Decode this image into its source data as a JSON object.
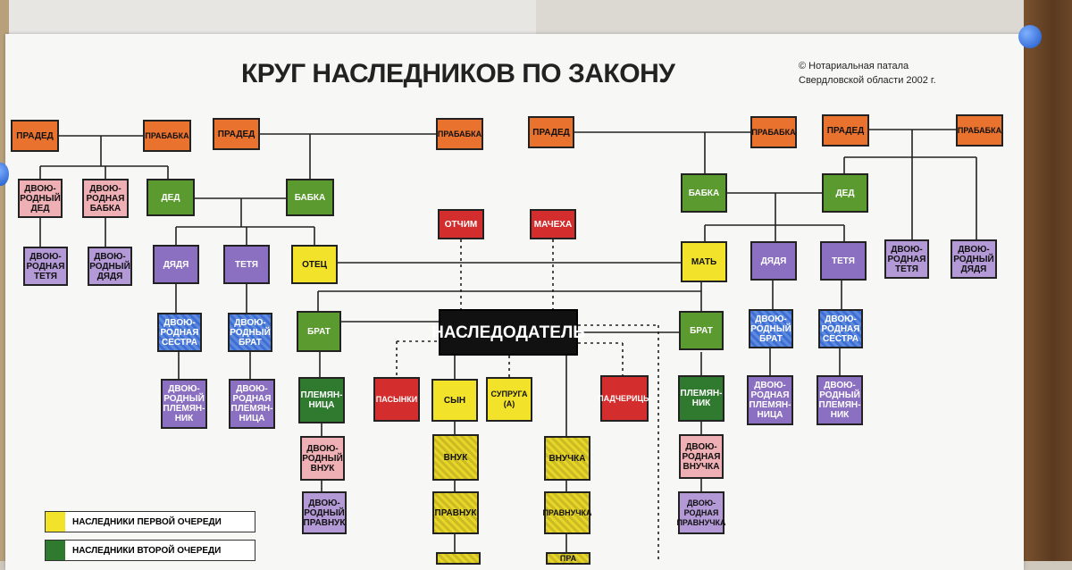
{
  "title": "КРУГ НАСЛЕДНИКОВ ПО ЗАКОНУ",
  "copyright": "© Нотариальная патала\nСвердловской области 2002 г.",
  "colors": {
    "orange": "#e9722e",
    "green": "#5a9a2e",
    "dark_green": "#2f7a2f",
    "pink": "#eeb0b4",
    "purple": "#8b6fc0",
    "light_purple": "#b39ad6",
    "blue_checkered": "#3c6fd6",
    "yellow": "#f2e22a",
    "yellow_checkered": "#e8d628",
    "red": "#d42d2d",
    "black": "#111111"
  },
  "nodes": {
    "praded_1": "ПРАДЕД",
    "prababka_1": "ПРАБАБКА",
    "praded_2": "ПРАДЕД",
    "prababka_2": "ПРАБАБКА",
    "praded_3": "ПРАДЕД",
    "prababka_3": "ПРАБАБКА",
    "praded_4": "ПРАДЕД",
    "prababka_4": "ПРАБАБКА",
    "cousin_grandfather": "ДВОЮ-\nРОДНЫЙ\nДЕД",
    "cousin_grandmother": "ДВОЮ-\nРОДНАЯ\nБАБКА",
    "ded_paternal": "ДЕД",
    "babka_paternal": "БАБКА",
    "babka_maternal": "БАБКА",
    "ded_maternal": "ДЕД",
    "cousin_aunt_left": "ДВОЮ-\nРОДНАЯ\nТЕТЯ",
    "cousin_uncle_left": "ДВОЮ-\nРОДНЫЙ\nДЯДЯ",
    "dyadya_left": "ДЯДЯ",
    "tetya_left": "ТЕТЯ",
    "otets": "ОТЕЦ",
    "mat": "МАТЬ",
    "dyadya_right": "ДЯДЯ",
    "tetya_right": "ТЕТЯ",
    "cousin_aunt_right": "ДВОЮ-\nРОДНАЯ\nТЕТЯ",
    "cousin_uncle_right": "ДВОЮ-\nРОДНЫЙ\nДЯДЯ",
    "otchim": "ОТЧИМ",
    "macheha": "МАЧЕХА",
    "nasledodatel": "НАСЛЕДОДАТЕЛЬ",
    "cousin_sister_left": "ДВОЮ-\nРОДНАЯ\nСЕСТРА",
    "cousin_brother_left": "ДВОЮ-\nРОДНЫЙ\nБРАТ",
    "brat_left": "БРАТ",
    "brat_right": "БРАТ",
    "cousin_brother_right": "ДВОЮ-\nРОДНЫЙ\nБРАТ",
    "cousin_sister_right": "ДВОЮ-\nРОДНАЯ\nСЕСТРА",
    "cousin_nephew_left": "ДВОЮ-\nРОДНЫЙ\nПЛЕМЯН-\nНИК",
    "cousin_niece_left": "ДВОЮ-\nРОДНАЯ\nПЛЕМЯН-\nНИЦА",
    "plemyannitsa": "ПЛЕМЯН-\nНИЦА",
    "pasynki": "ПАСЫНКИ",
    "syn": "СЫН",
    "supruga": "СУПРУГА (А)",
    "padcheritsy": "ПАДЧЕРИЦЫ",
    "plemyannik": "ПЛЕМЯН-\nНИК",
    "cousin_nephew_right": "ДВОЮ-\nРОДНАЯ\nПЛЕМЯН-\nНИЦА",
    "cousin_niece_right": "ДВОЮ-\nРОДНЫЙ\nПЛЕМЯН-\nНИК",
    "cousin_grandson": "ДВОЮ-\nРОДНЫЙ\nВНУК",
    "vnuk": "ВНУК",
    "vnuchka": "ВНУЧКА",
    "cousin_granddaughter": "ДВОЮ-\nРОДНАЯ\nВНУЧКА",
    "cousin_great_grandson": "ДВОЮ-\nРОДНЫЙ\nПРАВНУК",
    "pravnuk": "ПРАВНУК",
    "pravnuchka": "ПРАВНУЧКА",
    "cousin_great_granddaughter": "ДВОЮ-\nРОДНАЯ\nПРАВНУЧКА",
    "pra": "ПРА"
  },
  "legend": [
    {
      "label": "НАСЛЕДНИКИ ПЕРВОЙ ОЧЕРЕДИ",
      "color": "#f2e22a"
    },
    {
      "label": "НАСЛЕДНИКИ ВТОРОЙ ОЧЕРЕДИ",
      "color": "#2f7a2f"
    }
  ]
}
